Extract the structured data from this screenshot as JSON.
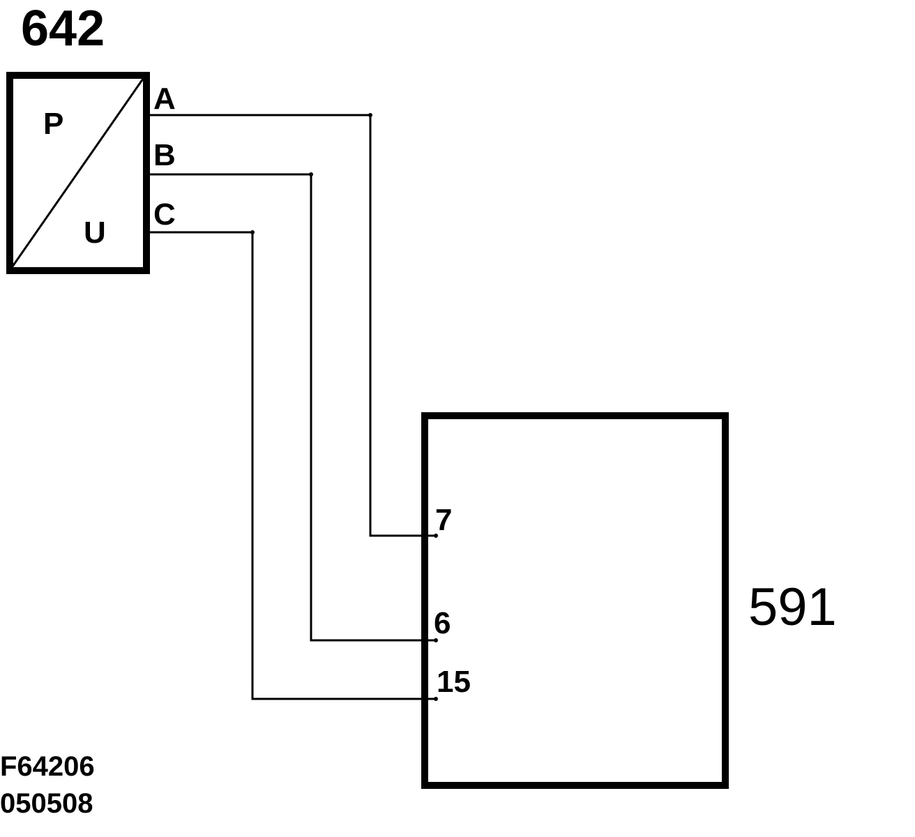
{
  "sensor": {
    "id": "642",
    "symbol_top": "P",
    "symbol_bottom": "U",
    "pins": [
      {
        "label": "A"
      },
      {
        "label": "B"
      },
      {
        "label": "C"
      }
    ]
  },
  "module": {
    "id": "591",
    "pins": [
      {
        "label": "7"
      },
      {
        "label": "6"
      },
      {
        "label": "15"
      }
    ]
  },
  "footer": {
    "figure_code": "F64206",
    "date_code": "050508"
  },
  "colors": {
    "line": "#000000",
    "background": "#ffffff"
  }
}
